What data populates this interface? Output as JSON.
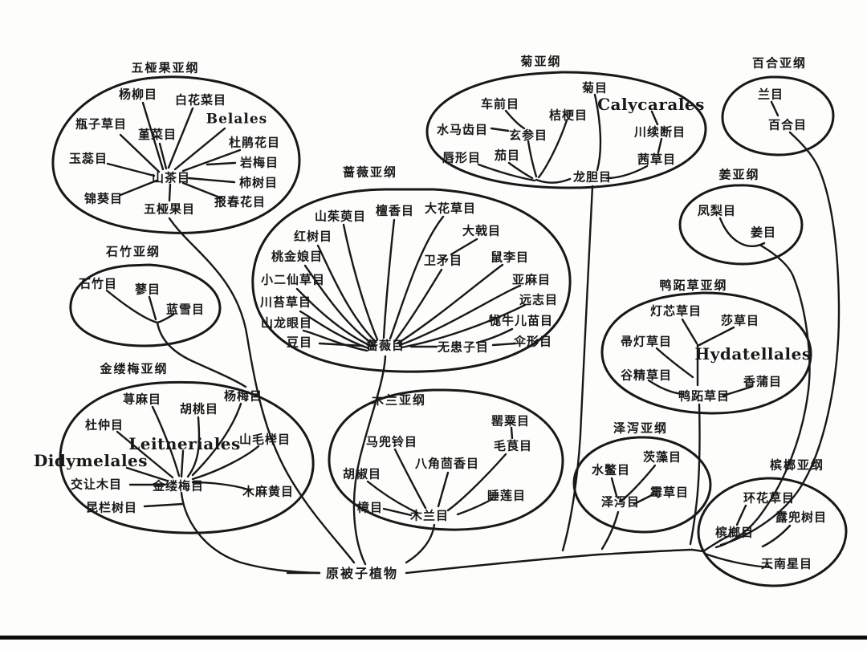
{
  "ink_color": "#181818",
  "root": {
    "label": "原被子植物"
  },
  "groups": [
    {
      "title": "五桠果亚纲",
      "orders": [
        "杨柳目",
        "白花菜目",
        "Belales",
        "瓶子草目",
        "堇菜目",
        "杜鹃花目",
        "玉蕊目",
        "山茶目",
        "岩梅目",
        "柿树目",
        "锦葵目",
        "五桠果目",
        "报春花目"
      ]
    },
    {
      "title": "石竹亚纲",
      "orders": [
        "石竹目",
        "蓼目",
        "蓝雪目"
      ]
    },
    {
      "title": "金缕梅亚纲",
      "orders": [
        "荨麻目",
        "胡桃目",
        "杨梅目",
        "杜仲目",
        "Leitneriales",
        "山毛榉目",
        "Didymelales",
        "交让木目",
        "金缕梅目",
        "木麻黄目",
        "昆栏树目"
      ]
    },
    {
      "title": "蔷薇亚纲",
      "orders": [
        "山茱萸目",
        "檀香目",
        "大花草目",
        "红树目",
        "大戟目",
        "桃金娘目",
        "卫矛目",
        "鼠李目",
        "小二仙草目",
        "亚麻目",
        "川苔草目",
        "远志目",
        "山龙眼目",
        "牻牛儿苗目",
        "豆目",
        "蔷薇目",
        "无患子目",
        "伞形目"
      ]
    },
    {
      "title": "菊亚纲",
      "orders": [
        "菊目",
        "车前目",
        "桔梗目",
        "Calycarales",
        "水马齿目",
        "玄参目",
        "川续断目",
        "唇形目",
        "茄目",
        "茜草目",
        "龙胆目"
      ]
    },
    {
      "title": "百合亚纲",
      "orders": [
        "兰目",
        "百合目"
      ]
    },
    {
      "title": "姜亚纲",
      "orders": [
        "凤梨目",
        "姜目"
      ]
    },
    {
      "title": "鸭跖草亚纲",
      "orders": [
        "灯芯草目",
        "莎草目",
        "帚灯草目",
        "Hydatellales",
        "谷精草目",
        "香蒲目",
        "鸭跖草目"
      ]
    },
    {
      "title": "木兰亚纲",
      "orders": [
        "罂粟目",
        "马兜铃目",
        "毛茛目",
        "八角茴香目",
        "胡椒目",
        "睡莲目",
        "樟目",
        "木兰目"
      ]
    },
    {
      "title": "泽泻亚纲",
      "orders": [
        "茨藻目",
        "水鳖目",
        "霉草目",
        "泽泻目"
      ]
    },
    {
      "title": "槟榔亚纲",
      "orders": [
        "环花草目",
        "露兜树目",
        "槟榔目",
        "天南星目"
      ]
    }
  ]
}
